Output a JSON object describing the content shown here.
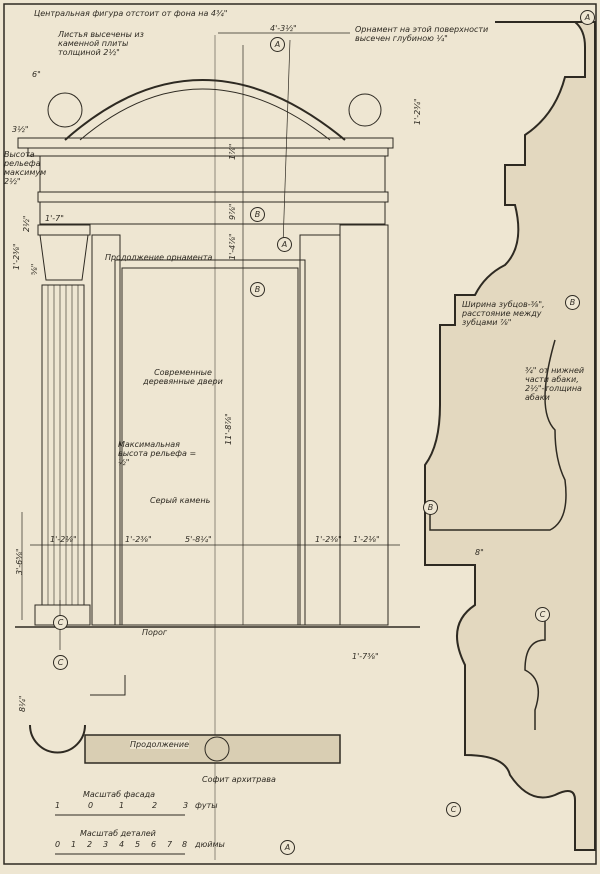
{
  "notes": {
    "central_figure": "Центральная фигура отстоит от фона на 4¾\"",
    "leaves": "Листья высечены из каменной плиты толщиной 2½\"",
    "ornament_depth": "Орнамент на этой поверхности высечен глубиною ¼\"",
    "relief_height": "Высота рельефа максимум 2½\"",
    "ornament_continuation": "Продолжение орнамента",
    "modern_doors": "Современные деревянные двери",
    "max_relief": "Максимальная высота рельефа = ½\"",
    "grey_stone": "Серый камень",
    "threshold": "Порог",
    "dentils": "Ширина зубцов-⅜\", расстояние между зубцами ⅞\"",
    "abacus": "¾\" от нижней части абаки, 2½\"-толщина абаки",
    "continuation": "Продолжение",
    "soffit": "Софит архитрава"
  },
  "dimensions": {
    "top_width": "4'-3½\"",
    "six_in": "6\"",
    "three_half": "3½\"",
    "pediment_height": "1'-2¾\"",
    "entab_1": "1⅞\"",
    "entab_2": "9⅞\"",
    "entab_3": "1'-4⅞\"",
    "capital_w": "1'-7\"",
    "capital_1": "2½\"",
    "capital_2": "1'-2⅜\"",
    "capital_3": "⅝\"",
    "opening_h": "11'-8⅞\"",
    "base_h": "3'-6⅝\"",
    "w1": "1'-2⅛\"",
    "w2": "1'-2⅜\"",
    "w3": "5'-8¼\"",
    "w4": "1'-2⅜\"",
    "w5": "1'-2⅛\"",
    "plinth": "1'-7⅜\"",
    "eight_in": "8\"",
    "soffit_depth": "8¼\""
  },
  "markers": {
    "a": "A",
    "b": "B",
    "c": "C"
  },
  "scales": {
    "facade_title": "Масштаб фасада",
    "facade_ticks": [
      "1",
      "0",
      "1",
      "2",
      "3"
    ],
    "facade_unit": "футы",
    "detail_title": "Масштаб деталей",
    "detail_ticks": [
      "0",
      "1",
      "2",
      "3",
      "4",
      "5",
      "6",
      "7",
      "8"
    ],
    "detail_unit": "дюймы"
  },
  "colors": {
    "paper": "#eee6d2",
    "ink": "#2e2a22"
  }
}
